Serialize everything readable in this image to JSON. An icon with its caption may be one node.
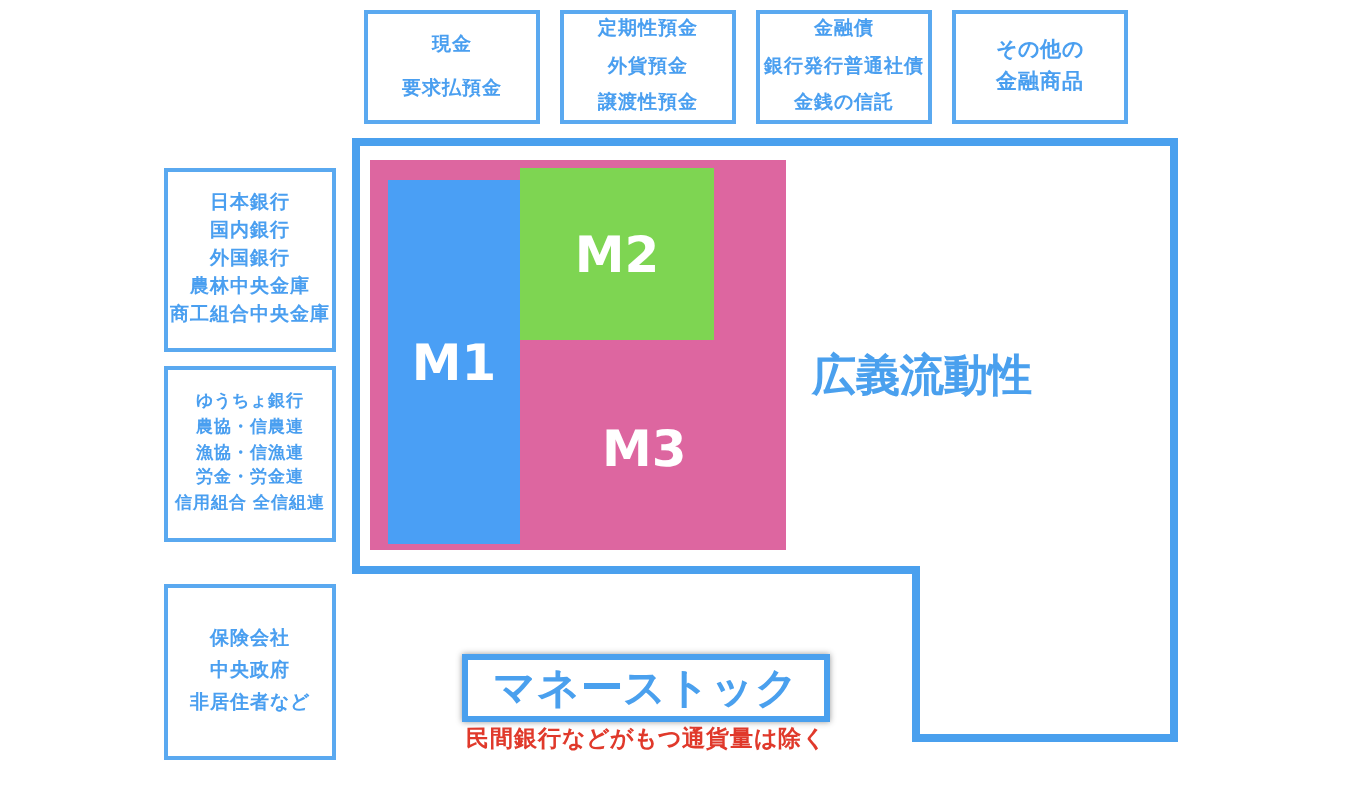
{
  "diagram": {
    "nodes": [
      {
        "text": [
          "現金",
          "要求払預金"
        ]
      },
      {
        "text": [
          "定期性預金",
          "外貨預金",
          "譲渡性預金"
        ]
      },
      {
        "text": [
          "金融債",
          "銀行発行普通社債",
          "金銭の信託"
        ]
      },
      {
        "text": [
          "その他の金融商品"
        ]
      },
      {
        "text": [
          "日本銀行",
          "国内銀行",
          "外国銀行",
          "農林中央金庫",
          "商工組合中央金庫"
        ]
      },
      {
        "text": [
          "ゆうちょ銀行",
          "農協・信農連",
          "漁協・信漁連",
          "労金・労金連",
          "信用組合 全信組連"
        ]
      },
      {
        "text": [
          "保険会社",
          "中央政府",
          "非居住者など"
        ]
      },
      {
        "text": [
          "広義流動性"
        ]
      },
      {
        "text": [
          "M3"
        ],
        "in": 7
      },
      {
        "text": [
          "M2"
        ],
        "in": 8
      },
      {
        "text": [
          "M1"
        ],
        "in": 8
      },
      {
        "text": [
          "マネーストック"
        ],
        "beside": [
          "民間銀行などがもつ通貨量は除く"
        ]
      }
    ],
    "edges": []
  }
}
